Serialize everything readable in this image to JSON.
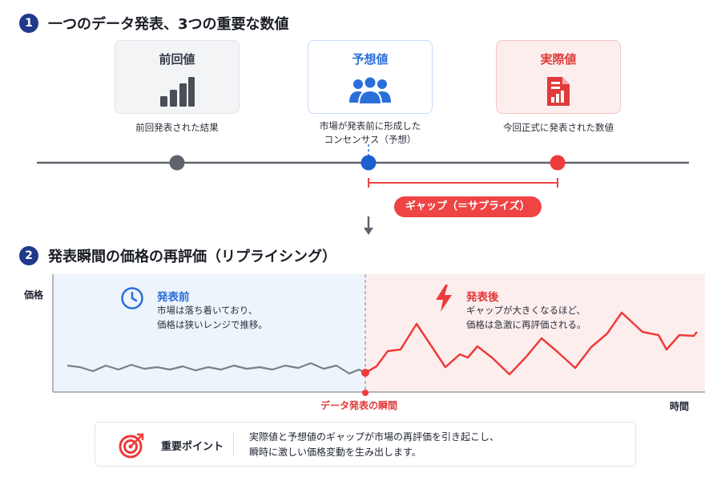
{
  "section1": {
    "number": "1",
    "title": "一つのデータ発表、3つの重要な数値"
  },
  "cards": {
    "previous": {
      "title": "前回値",
      "icon": "bar-chart-icon",
      "caption": "前回発表された結果"
    },
    "forecast": {
      "title": "予想値",
      "icon": "people-icon",
      "caption_line1": "市場が発表前に形成した",
      "caption_line2": "コンセンサス（予想）"
    },
    "actual": {
      "title": "実際値",
      "icon": "report-document-icon",
      "caption": "今回正式に発表された数値"
    }
  },
  "gap_label": "ギャップ（＝サプライズ）",
  "section2": {
    "number": "2",
    "title": "発表瞬間の価格の再評価（リプライシング）"
  },
  "chart": {
    "y_axis_label": "価格",
    "x_axis_label": "時間",
    "event_label": "データ発表の瞬間",
    "before": {
      "title": "発表前",
      "icon": "clock-icon",
      "line1": "市場は落ち着いており、",
      "line2": "価格は狭いレンジで推移。"
    },
    "after": {
      "title": "発表後",
      "icon": "lightning-icon",
      "line1": "ギャップが大きくなるほど、",
      "line2": "価格は急激に再評価される。"
    }
  },
  "key_point": {
    "icon": "target-icon",
    "label": "重要ポイント",
    "line1": "実際値と予想値のギャップが市場の再評価を引き起こし、",
    "line2": "瞬時に激しい価格変動を生み出します。"
  },
  "colors": {
    "navy": "#1f3a8a",
    "blue": "#2a6fdb",
    "red": "#ee4444",
    "gray": "#5f636b"
  }
}
